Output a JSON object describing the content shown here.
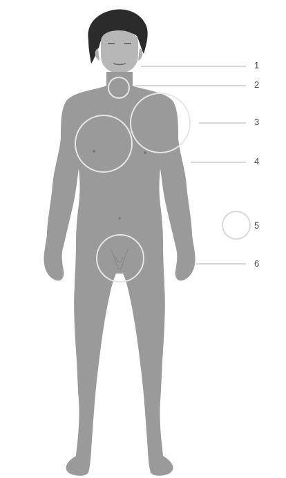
{
  "colors": {
    "body": "#9a9a9a",
    "hair": "#2b2b2b",
    "face": "#b7b7b7",
    "highlight_circle": "#e6e6e6",
    "leader_line": "#c9c9c9",
    "label_text": "#4a4a4a",
    "background": "#ffffff"
  },
  "callouts": [
    {
      "label": "1"
    },
    {
      "label": "2"
    },
    {
      "label": "3"
    },
    {
      "label": "4"
    },
    {
      "label": "5"
    },
    {
      "label": "6"
    }
  ]
}
